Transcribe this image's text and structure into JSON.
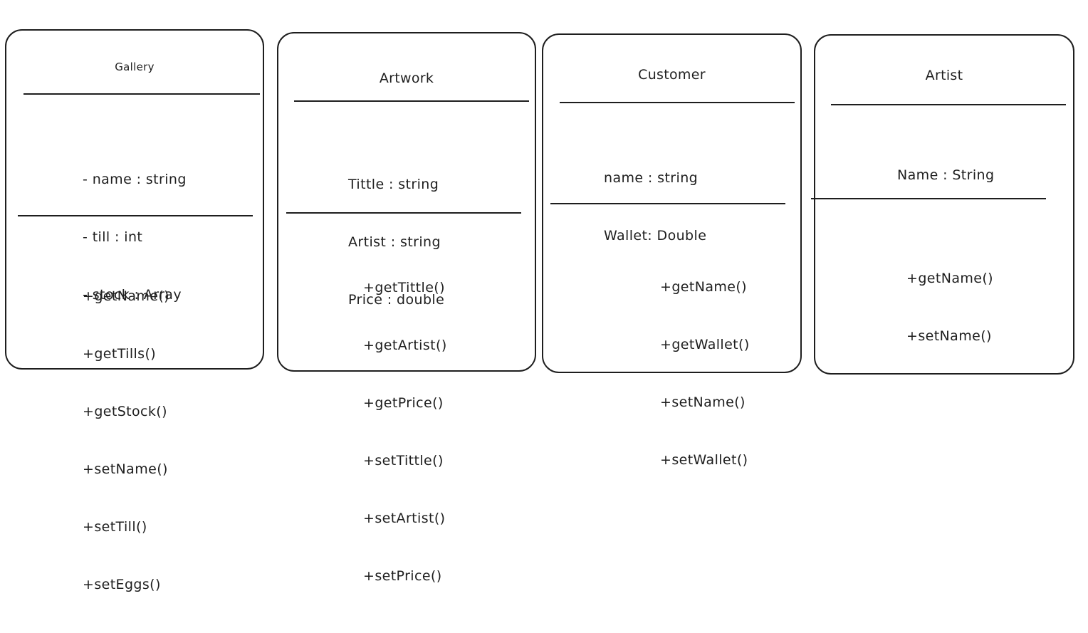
{
  "classes": [
    {
      "name": "Gallery",
      "attributes": [
        "- name : string",
        "- till : int",
        "- stock : Array"
      ],
      "methods": [
        "+getName()",
        "+getTills()",
        "+getStock()",
        "+setName()",
        "+setTill()",
        "+setEggs()"
      ]
    },
    {
      "name": "Artwork",
      "attributes": [
        "Tittle : string",
        "Artist : string",
        "Price : double"
      ],
      "methods": [
        "+getTittle()",
        "+getArtist()",
        "+getPrice()",
        "+setTittle()",
        "+setArtist()",
        "+setPrice()"
      ]
    },
    {
      "name": "Customer",
      "attributes": [
        "name : string",
        "Wallet: Double"
      ],
      "methods": [
        "+getName()",
        "+getWallet()",
        "+setName()",
        "+setWallet()"
      ]
    },
    {
      "name": "Artist",
      "attributes": [
        "Name : String"
      ],
      "methods": [
        "+getName()",
        "+setName()"
      ]
    }
  ]
}
